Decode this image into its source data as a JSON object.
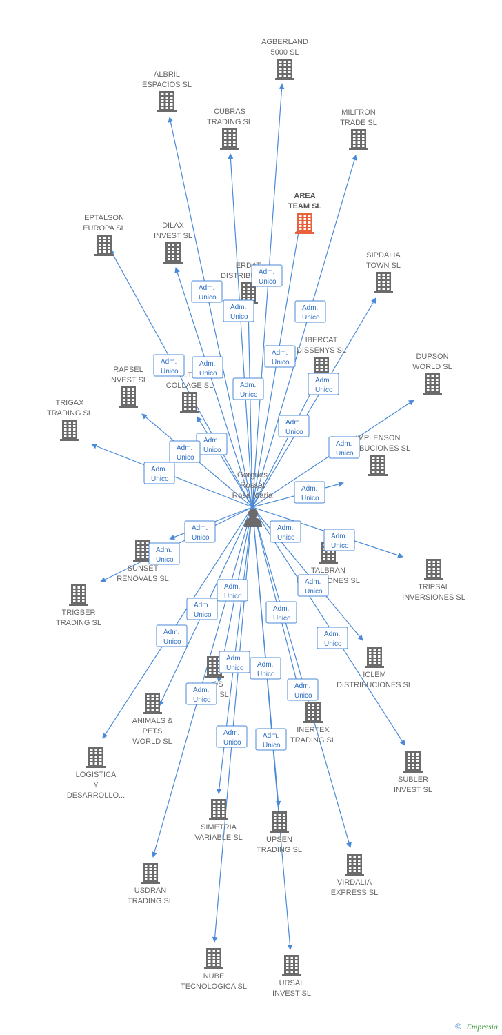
{
  "center": {
    "name": "Gorgues Rosset Rosa Maria",
    "lines": [
      "Gorgues",
      "Rosset",
      "Rosa Maria"
    ],
    "icon": "person-icon"
  },
  "relation_label": [
    "Adm.",
    "Unico"
  ],
  "colors": {
    "edge": "#4a8ad8",
    "building": "#6b6b6b",
    "highlight_building": "#e9603a",
    "label": "#666666"
  },
  "companies": [
    {
      "id": "agberland",
      "lines": [
        "AGBERLAND",
        "5000 SL"
      ],
      "highlight": false
    },
    {
      "id": "albril",
      "lines": [
        "ALBRIL",
        "ESPACIOS SL"
      ],
      "highlight": false
    },
    {
      "id": "cubras",
      "lines": [
        "CUBRAS",
        "TRADING SL"
      ],
      "highlight": false
    },
    {
      "id": "milfron",
      "lines": [
        "MILFRON",
        "TRADE SL"
      ],
      "highlight": false
    },
    {
      "id": "area-team",
      "lines": [
        "AREA",
        "TEAM SL"
      ],
      "highlight": true
    },
    {
      "id": "eptalson",
      "lines": [
        "EPTALSON",
        "EUROPA SL"
      ],
      "highlight": false
    },
    {
      "id": "dilax",
      "lines": [
        "DILAX",
        "INVEST SL"
      ],
      "highlight": false
    },
    {
      "id": "erdat",
      "lines": [
        "ERDAT",
        "DISTRIBUCIO..."
      ],
      "highlight": false
    },
    {
      "id": "sipdalia",
      "lines": [
        "SIPDALIA",
        "TOWN SL"
      ],
      "highlight": false
    },
    {
      "id": "ibercat",
      "lines": [
        "IBERCAT",
        "DISSENYS SL"
      ],
      "highlight": false
    },
    {
      "id": "dupson",
      "lines": [
        "DUPSON",
        "WORLD SL"
      ],
      "highlight": false
    },
    {
      "id": "rapsel",
      "lines": [
        "RAPSEL",
        "INVEST SL"
      ],
      "highlight": false
    },
    {
      "id": "collage",
      "lines": [
        "...TO",
        "COLLAGE SL"
      ],
      "highlight": false
    },
    {
      "id": "trigax",
      "lines": [
        "TRIGAX",
        "TRADING SL"
      ],
      "highlight": false
    },
    {
      "id": "implenson",
      "lines": [
        "IMPLENSON",
        "...RIBUCIONES SL"
      ],
      "highlight": false
    },
    {
      "id": "sunset",
      "lines": [
        "SUNSET",
        "RENOVALS SL"
      ],
      "highlight": false
    },
    {
      "id": "trigber",
      "lines": [
        "TRIGBER",
        "TRADING SL"
      ],
      "highlight": false
    },
    {
      "id": "talbran",
      "lines": [
        "TALBRAN",
        "INVERSIONES SL"
      ],
      "highlight": false
    },
    {
      "id": "tripsal",
      "lines": [
        "TRIPSAL",
        "INVERSIONES SL"
      ],
      "highlight": false
    },
    {
      "id": "iclem",
      "lines": [
        "ICLEM",
        "DISTRIBUCIONES SL"
      ],
      "highlight": false
    },
    {
      "id": "animals",
      "lines": [
        "ANIMALS &",
        "PETS",
        "WORLD SL"
      ],
      "highlight": false
    },
    {
      "id": "vos",
      "lines": [
        "...OS",
        "...OS SL"
      ],
      "highlight": false
    },
    {
      "id": "inertex",
      "lines": [
        "INERTEX",
        "TRADING SL"
      ],
      "highlight": false
    },
    {
      "id": "logistica",
      "lines": [
        "LOGISTICA",
        "Y",
        "DESARROLLO..."
      ],
      "highlight": false
    },
    {
      "id": "subler",
      "lines": [
        "SUBLER",
        "INVEST SL"
      ],
      "highlight": false
    },
    {
      "id": "simetria",
      "lines": [
        "SIMETRIA",
        "VARIABLE SL"
      ],
      "highlight": false
    },
    {
      "id": "upsen",
      "lines": [
        "UPSEN",
        "TRADING SL"
      ],
      "highlight": false
    },
    {
      "id": "usdran",
      "lines": [
        "USDRAN",
        "TRADING SL"
      ],
      "highlight": false
    },
    {
      "id": "virdalia",
      "lines": [
        "VIRDALIA",
        "EXPRESS SL"
      ],
      "highlight": false
    },
    {
      "id": "nube",
      "lines": [
        "NUBE",
        "TECNOLOGICA SL"
      ],
      "highlight": false
    },
    {
      "id": "ursal",
      "lines": [
        "URSAL",
        "INVEST SL"
      ],
      "highlight": false
    }
  ],
  "footer": {
    "copyright": "©",
    "brand": "Empresia"
  }
}
